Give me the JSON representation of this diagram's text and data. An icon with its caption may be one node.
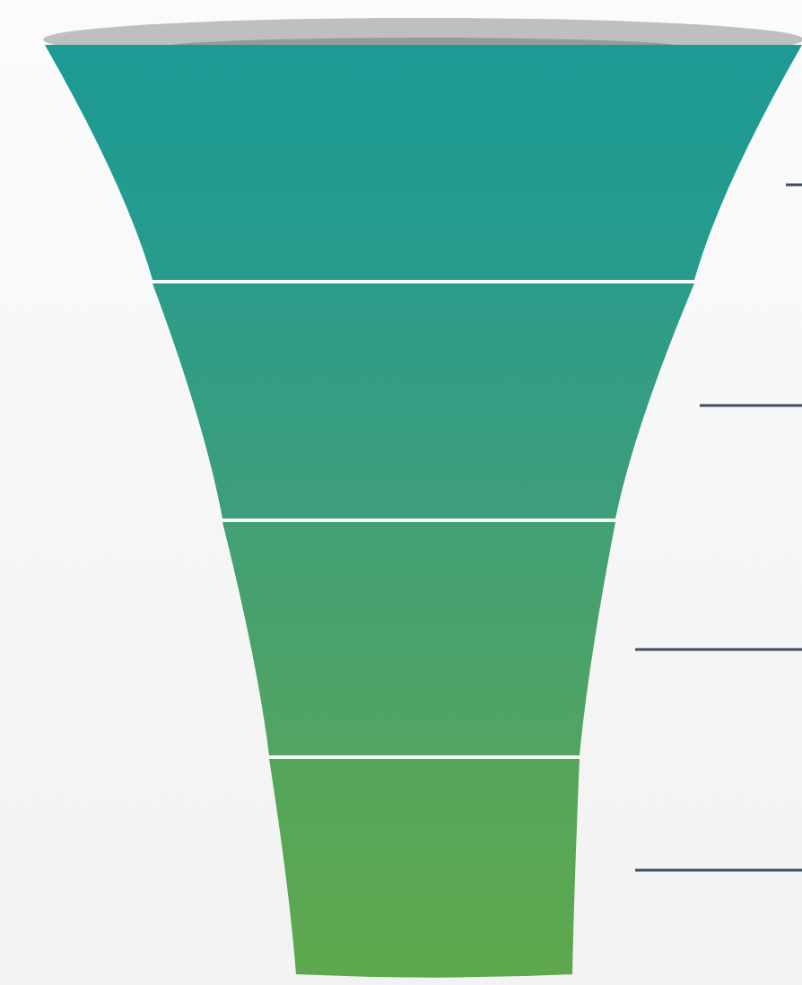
{
  "diagram": {
    "nodes": [
      {
        "text": [],
        "shape": "trapezoid"
      },
      {
        "text": [],
        "shape": "trapezoid"
      },
      {
        "text": [],
        "shape": "trapezoid"
      },
      {
        "text": [],
        "shape": "trapezoid"
      }
    ]
  }
}
